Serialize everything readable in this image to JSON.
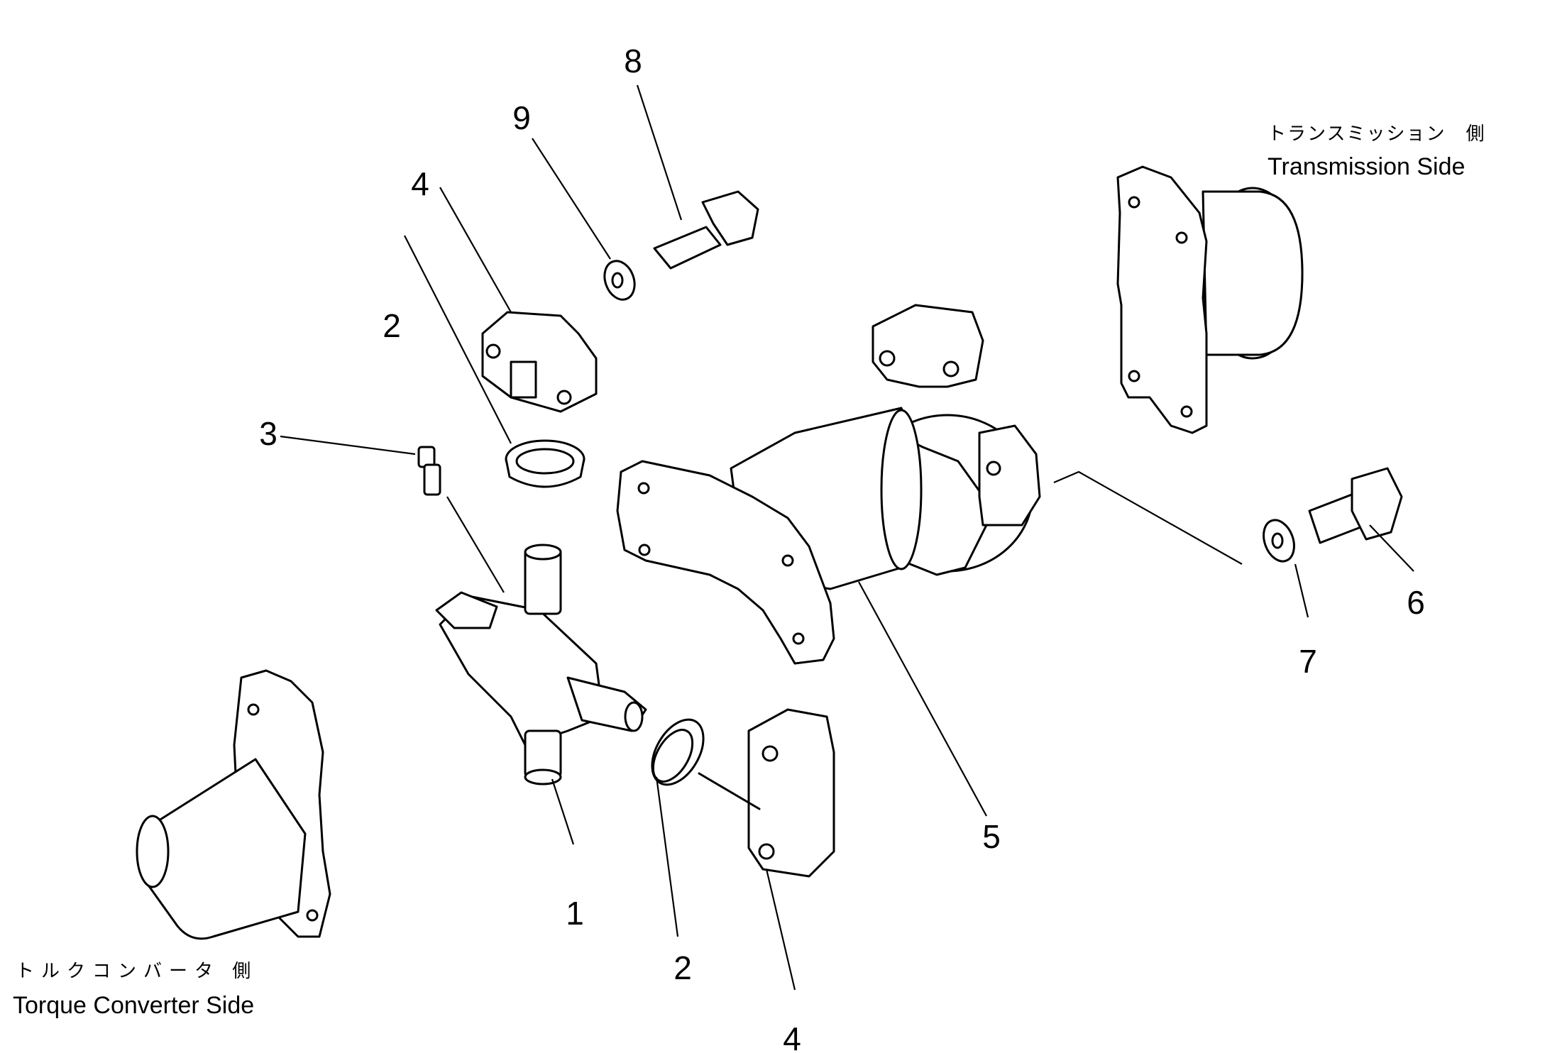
{
  "labels": {
    "transmission_side_jp": "トランスミッション　側",
    "transmission_side_en": "Transmission Side",
    "torque_converter_side_jp": "トルクコンバータ 側",
    "torque_converter_side_en": "Torque Converter Side"
  },
  "callouts": {
    "c1": "1",
    "c2a": "2",
    "c2b": "2",
    "c3": "3",
    "c4a": "4",
    "c4b": "4",
    "c5": "5",
    "c6": "6",
    "c7": "7",
    "c8": "8",
    "c9": "9"
  }
}
